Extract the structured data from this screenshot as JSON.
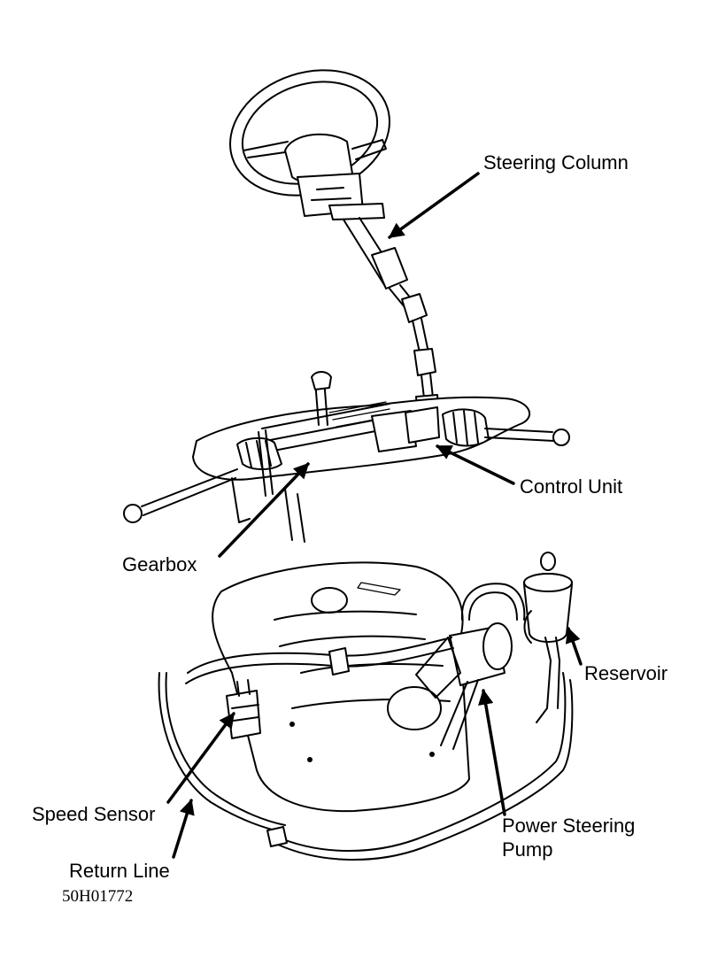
{
  "labels": {
    "steering_column": "Steering Column",
    "control_unit": "Control Unit",
    "gearbox": "Gearbox",
    "reservoir": "Reservoir",
    "speed_sensor": "Speed Sensor",
    "power_steering_pump_line1": "Power Steering",
    "power_steering_pump_line2": "Pump",
    "return_line": "Return Line"
  },
  "figure_code": "50H01772",
  "colors": {
    "ink": "#000000",
    "paper": "#ffffff"
  }
}
